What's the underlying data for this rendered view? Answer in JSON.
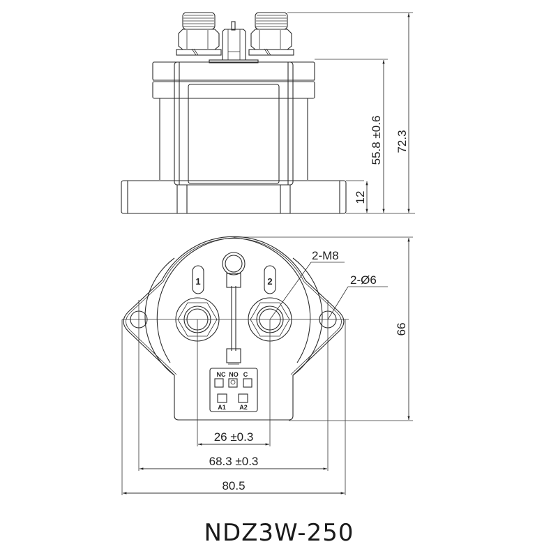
{
  "model": "NDZ3W-250",
  "side_view": {
    "dimensions": {
      "total_height": "72.3",
      "body_height": "55.8 ±0.6",
      "flange_height": "12"
    }
  },
  "bottom_view": {
    "callouts": {
      "terminals": "2-M8",
      "mount_holes": "2-Ø6"
    },
    "terminal_labels": [
      "1",
      "2"
    ],
    "connector_pins_top": [
      "NC",
      "NO",
      "C"
    ],
    "connector_pins_bottom": [
      "A1",
      "A2"
    ],
    "dimensions": {
      "terminal_spacing": "26 ±0.3",
      "hole_spacing": "68.3 ±0.3",
      "overall_width": "80.5",
      "overall_depth": "66"
    }
  },
  "colors": {
    "line": "#2a2a2a",
    "background": "#ffffff"
  }
}
